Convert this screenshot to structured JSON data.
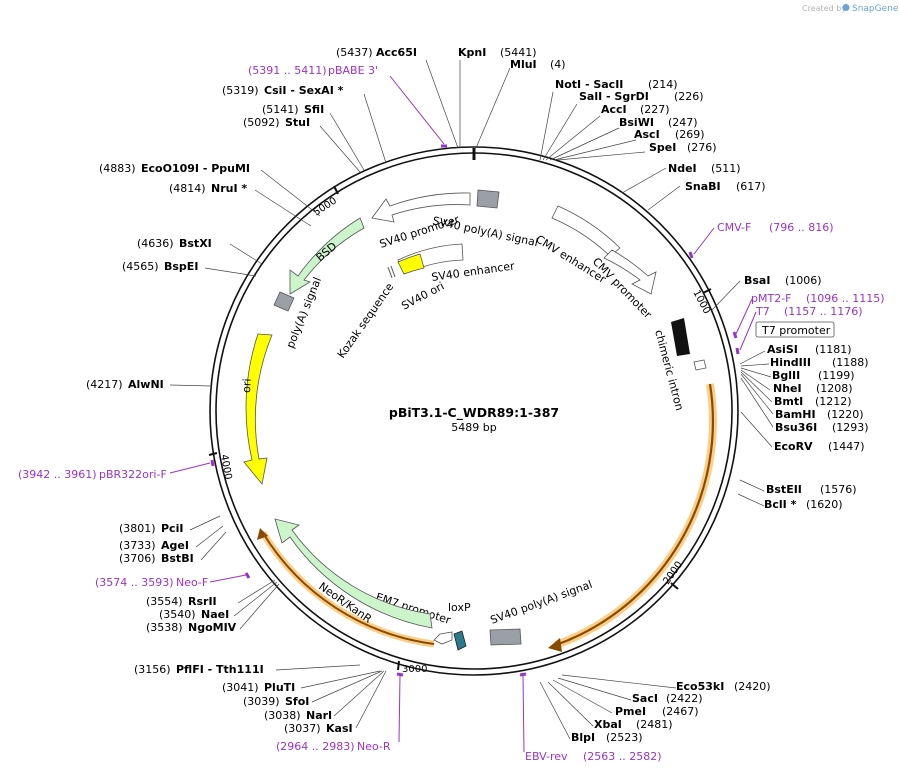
{
  "credit": {
    "prefix": "Created by",
    "brand": "SnapGene"
  },
  "plasmid": {
    "name": "pBiT3.1-C_WDR89:1-387",
    "size_label": "5489 bp"
  },
  "ticks": [
    {
      "label": "1000"
    },
    {
      "label": "2000"
    },
    {
      "label": "3000"
    },
    {
      "label": "4000"
    },
    {
      "label": "5000"
    }
  ],
  "right_sites": [
    {
      "name": "KpnI",
      "pos": "(5441)"
    },
    {
      "name": "MluI",
      "pos": "(4)"
    },
    {
      "name": "NotI  - SacII",
      "pos": "(214)"
    },
    {
      "name": "SalI  - SgrDI",
      "pos": "(226)"
    },
    {
      "name": "AccI",
      "pos": "(227)"
    },
    {
      "name": "BsiWI",
      "pos": "(247)"
    },
    {
      "name": "AscI",
      "pos": "(269)"
    },
    {
      "name": "SpeI",
      "pos": "(276)"
    },
    {
      "name": "NdeI",
      "pos": "(511)"
    },
    {
      "name": "SnaBI",
      "pos": "(617)"
    },
    {
      "name": "BsaI",
      "pos": "(1006)"
    },
    {
      "name": "AsiSI",
      "pos": "(1181)"
    },
    {
      "name": "HindIII",
      "pos": "(1188)"
    },
    {
      "name": "BglII",
      "pos": "(1199)"
    },
    {
      "name": "NheI",
      "pos": "(1208)"
    },
    {
      "name": "BmtI",
      "pos": "(1212)"
    },
    {
      "name": "BamHI",
      "pos": "(1220)"
    },
    {
      "name": "Bsu36I",
      "pos": "(1293)"
    },
    {
      "name": "EcoRV",
      "pos": "(1447)"
    },
    {
      "name": "BstEII",
      "pos": "(1576)"
    },
    {
      "name": "BclI *",
      "pos": "(1620)"
    },
    {
      "name": "Eco53kI",
      "pos": "(2420)"
    },
    {
      "name": "SacI",
      "pos": "(2422)"
    },
    {
      "name": "PmeI",
      "pos": "(2467)"
    },
    {
      "name": "XbaI",
      "pos": "(2481)"
    },
    {
      "name": "BlpI",
      "pos": "(2523)"
    }
  ],
  "left_sites": [
    {
      "name": "Acc65I",
      "pos": "(5437)"
    },
    {
      "name": "CsiI  - SexAI *",
      "pos": "(5319)"
    },
    {
      "name": "SfiI",
      "pos": "(5141)"
    },
    {
      "name": "StuI",
      "pos": "(5092)"
    },
    {
      "name": "EcoO109I  - PpuMI",
      "pos": "(4883)"
    },
    {
      "name": "NruI *",
      "pos": "(4814)"
    },
    {
      "name": "BstXI",
      "pos": "(4636)"
    },
    {
      "name": "BspEI",
      "pos": "(4565)"
    },
    {
      "name": "AlwNI",
      "pos": "(4217)"
    },
    {
      "name": "PciI",
      "pos": "(3801)"
    },
    {
      "name": "AgeI",
      "pos": "(3733)"
    },
    {
      "name": "BstBI",
      "pos": "(3706)"
    },
    {
      "name": "RsrII",
      "pos": "(3554)"
    },
    {
      "name": "NaeI",
      "pos": "(3540)"
    },
    {
      "name": "NgoMIV",
      "pos": "(3538)"
    },
    {
      "name": "PflFI  - Tth111I",
      "pos": "(3156)"
    },
    {
      "name": "PluTI",
      "pos": "(3041)"
    },
    {
      "name": "SfoI",
      "pos": "(3039)"
    },
    {
      "name": "NarI",
      "pos": "(3038)"
    },
    {
      "name": "KasI",
      "pos": "(3037)"
    }
  ],
  "primers": [
    {
      "range": "(5391 .. 5411)",
      "name": "pBABE 3'"
    },
    {
      "range": "(796 .. 816)",
      "name": "CMV-F"
    },
    {
      "range": "(1096 .. 1115)",
      "name": "pMT2-F"
    },
    {
      "range": "(1157 .. 1176)",
      "name": "T7"
    },
    {
      "range": "(3942 .. 3961)",
      "name": "pBR322ori-F"
    },
    {
      "range": "(3574 .. 3593)",
      "name": "Neo-F"
    },
    {
      "range": "(2964 .. 2983)",
      "name": "Neo-R"
    },
    {
      "name": "EBV-rev",
      "range": "(2563 .. 2582)"
    }
  ],
  "promoter_box": "T7 promoter",
  "features": [
    {
      "label": "SV40 poly(A) signal"
    },
    {
      "label": "CMV enhancer"
    },
    {
      "label": "CMV promoter"
    },
    {
      "label": "chimeric intron"
    },
    {
      "label": "SV40 poly(A) signal"
    },
    {
      "label": "loxP"
    },
    {
      "label": "EM7 promoter"
    },
    {
      "label": "NeoR/KanR"
    },
    {
      "label": "ori"
    },
    {
      "label": "poly(A) signal"
    },
    {
      "label": "BSD"
    },
    {
      "label": "SV40 promoter"
    },
    {
      "label": "SV40 enhancer"
    },
    {
      "label": "SV40 ori"
    },
    {
      "label": "Kozak sequence"
    }
  ],
  "colors": {
    "backbone": "#111111",
    "bsd": "#ccf5cc",
    "neo": "#ccf5cc",
    "ori": "#ffff00",
    "orf_highlight": "#f6a623",
    "polyA": "#9aa0a6",
    "primer": "#9933cc",
    "loxp": "#2a7a8c"
  }
}
